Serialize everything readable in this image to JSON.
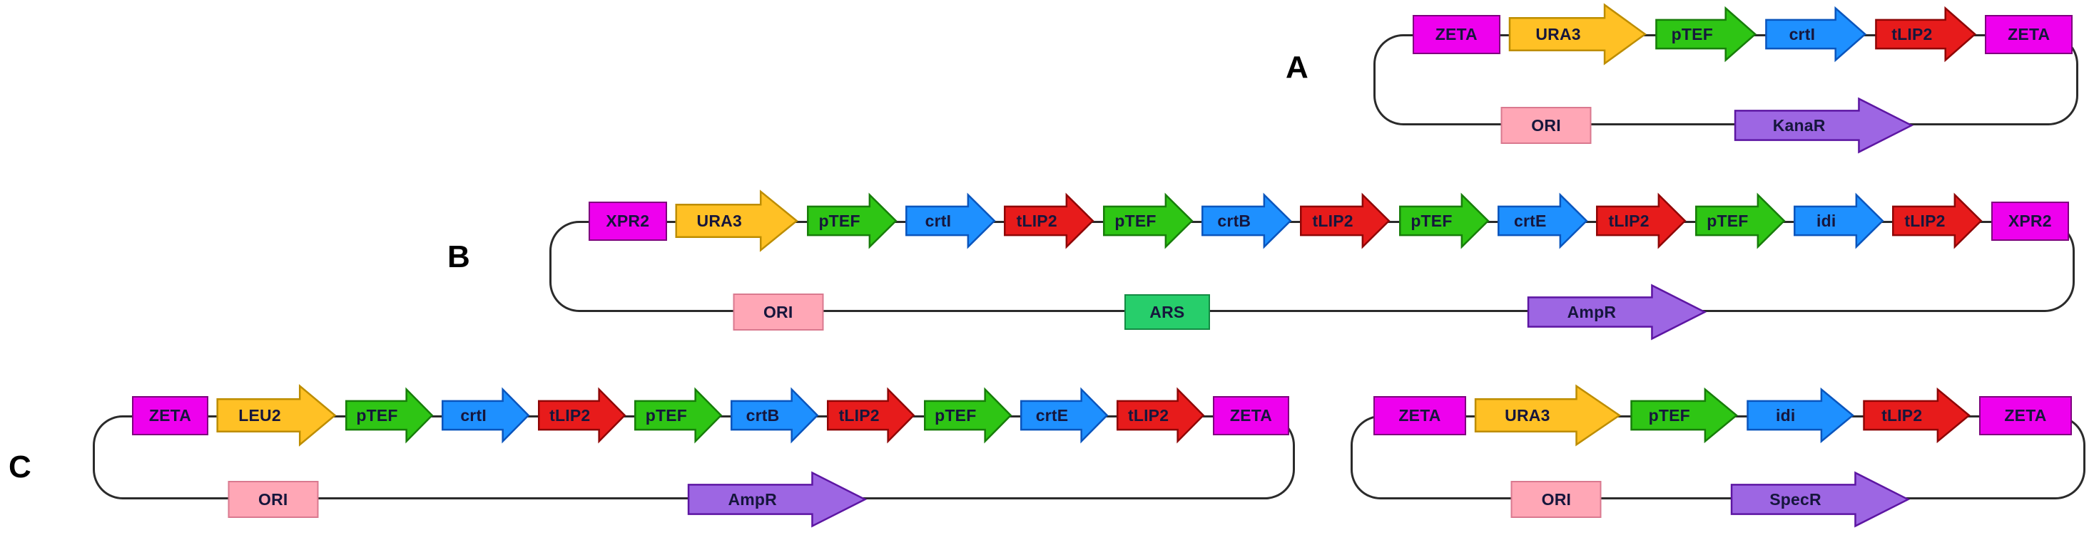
{
  "figure": {
    "type": "plasmid-construct-diagram",
    "background": "#ffffff",
    "panel_labels": [
      "A",
      "B",
      "C"
    ],
    "palette": {
      "magenta": "#EE00EE",
      "yellow": "#FFC125",
      "green": "#2EC514",
      "blue": "#1E90FF",
      "red": "#E71B1B",
      "pink": "#FFA7B6",
      "emerald": "#27CE6B",
      "purple": "#9D66E3",
      "backbone": "#2B2B2B",
      "label_text": "#16163C"
    },
    "plasmids": [
      {
        "panel": "A",
        "top_elements": [
          {
            "label": "ZETA",
            "shape": "box",
            "color": "magenta"
          },
          {
            "label": "URA3",
            "shape": "arrow",
            "color": "yellow"
          },
          {
            "label": "pTEF",
            "shape": "arrow",
            "color": "green"
          },
          {
            "label": "crtI",
            "shape": "arrow",
            "color": "blue"
          },
          {
            "label": "tLIP2",
            "shape": "arrow",
            "color": "red"
          },
          {
            "label": "ZETA",
            "shape": "box",
            "color": "magenta"
          }
        ],
        "bottom_elements": [
          {
            "label": "ORI",
            "shape": "box",
            "color": "pink",
            "at": 24.5
          },
          {
            "label": "KanaR",
            "shape": "arrow",
            "color": "purple",
            "at": 64
          }
        ]
      },
      {
        "panel": "B",
        "top_elements": [
          {
            "label": "XPR2",
            "shape": "box",
            "color": "magenta"
          },
          {
            "label": "URA3",
            "shape": "arrow",
            "color": "yellow"
          },
          {
            "label": "pTEF",
            "shape": "arrow",
            "color": "green"
          },
          {
            "label": "crtI",
            "shape": "arrow",
            "color": "blue"
          },
          {
            "label": "tLIP2",
            "shape": "arrow",
            "color": "red"
          },
          {
            "label": "pTEF",
            "shape": "arrow",
            "color": "green"
          },
          {
            "label": "crtB",
            "shape": "arrow",
            "color": "blue"
          },
          {
            "label": "tLIP2",
            "shape": "arrow",
            "color": "red"
          },
          {
            "label": "pTEF",
            "shape": "arrow",
            "color": "green"
          },
          {
            "label": "crtE",
            "shape": "arrow",
            "color": "blue"
          },
          {
            "label": "tLIP2",
            "shape": "arrow",
            "color": "red"
          },
          {
            "label": "pTEF",
            "shape": "arrow",
            "color": "green"
          },
          {
            "label": "idi",
            "shape": "arrow",
            "color": "blue"
          },
          {
            "label": "tLIP2",
            "shape": "arrow",
            "color": "red"
          },
          {
            "label": "XPR2",
            "shape": "box",
            "color": "magenta"
          }
        ],
        "bottom_elements": [
          {
            "label": "ORI",
            "shape": "box",
            "color": "pink",
            "at": 15
          },
          {
            "label": "ARS",
            "shape": "box",
            "color": "emerald",
            "at": 40.5
          },
          {
            "label": "AmpR",
            "shape": "arrow",
            "color": "purple",
            "at": 70
          }
        ]
      },
      {
        "panel": "C",
        "position": "left",
        "top_elements": [
          {
            "label": "ZETA",
            "shape": "box",
            "color": "magenta"
          },
          {
            "label": "LEU2",
            "shape": "arrow",
            "color": "yellow"
          },
          {
            "label": "pTEF",
            "shape": "arrow",
            "color": "green"
          },
          {
            "label": "crtI",
            "shape": "arrow",
            "color": "blue"
          },
          {
            "label": "tLIP2",
            "shape": "arrow",
            "color": "red"
          },
          {
            "label": "pTEF",
            "shape": "arrow",
            "color": "green"
          },
          {
            "label": "crtB",
            "shape": "arrow",
            "color": "blue"
          },
          {
            "label": "tLIP2",
            "shape": "arrow",
            "color": "red"
          },
          {
            "label": "pTEF",
            "shape": "arrow",
            "color": "green"
          },
          {
            "label": "crtE",
            "shape": "arrow",
            "color": "blue"
          },
          {
            "label": "tLIP2",
            "shape": "arrow",
            "color": "red"
          },
          {
            "label": "ZETA",
            "shape": "box",
            "color": "magenta"
          }
        ],
        "bottom_elements": [
          {
            "label": "ORI",
            "shape": "box",
            "color": "pink",
            "at": 15
          },
          {
            "label": "AmpR",
            "shape": "arrow",
            "color": "purple",
            "at": 57
          }
        ]
      },
      {
        "panel": "C",
        "position": "right",
        "top_elements": [
          {
            "label": "ZETA",
            "shape": "box",
            "color": "magenta"
          },
          {
            "label": "URA3",
            "shape": "arrow",
            "color": "yellow"
          },
          {
            "label": "pTEF",
            "shape": "arrow",
            "color": "green"
          },
          {
            "label": "idi",
            "shape": "arrow",
            "color": "blue"
          },
          {
            "label": "tLIP2",
            "shape": "arrow",
            "color": "red"
          },
          {
            "label": "ZETA",
            "shape": "box",
            "color": "magenta"
          }
        ],
        "bottom_elements": [
          {
            "label": "ORI",
            "shape": "box",
            "color": "pink",
            "at": 28
          },
          {
            "label": "SpecR",
            "shape": "arrow",
            "color": "purple",
            "at": 64
          }
        ]
      }
    ]
  }
}
